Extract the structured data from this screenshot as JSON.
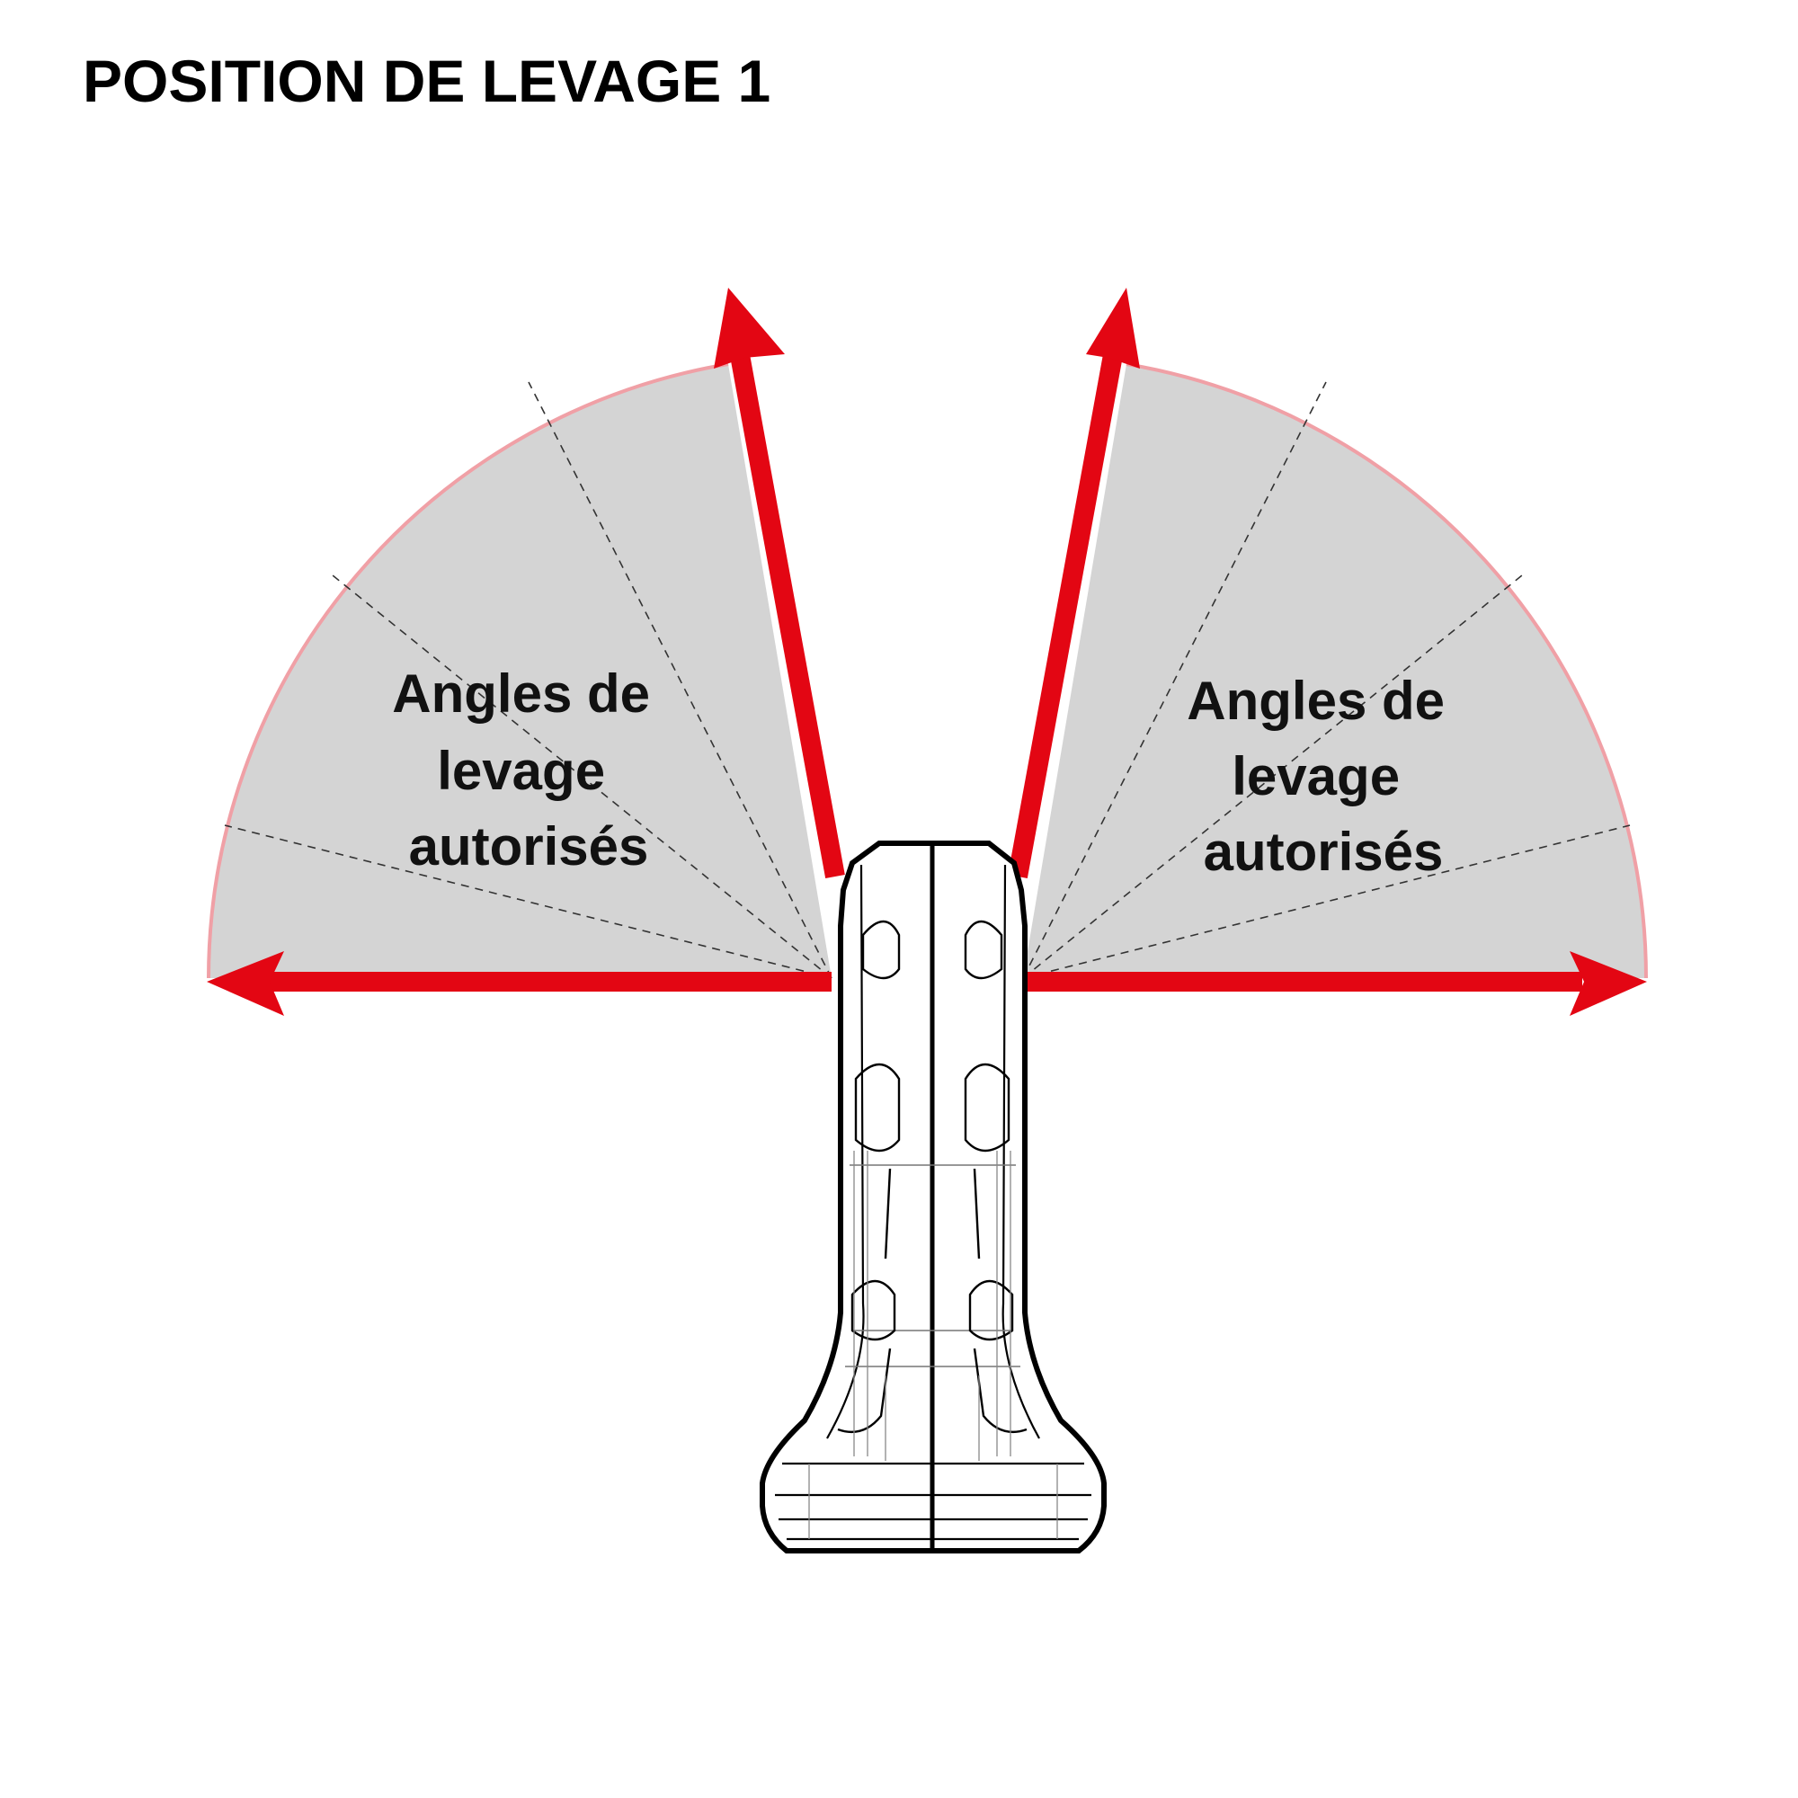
{
  "title": "POSITION DE LEVAGE 1",
  "zones": [
    {
      "side": "left",
      "label_lines": [
        "Angles de",
        "levage",
        "autorisés"
      ]
    },
    {
      "side": "right",
      "label_lines": [
        "Angles de",
        "levage",
        "autorisés"
      ]
    }
  ],
  "colors": {
    "arrow": "#e30613",
    "sector_fill": "#d4d4d4",
    "sector_edge": "#f0a0a6",
    "outline": "#000000"
  },
  "icons": [
    "lifting-point-device-icon"
  ]
}
